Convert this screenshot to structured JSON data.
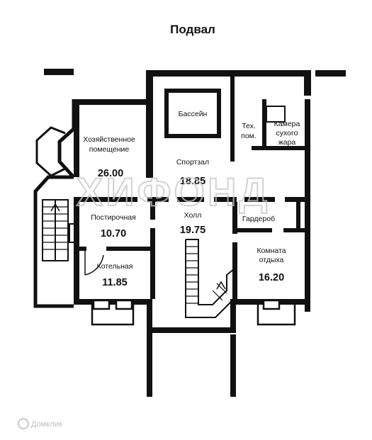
{
  "plan": {
    "title": "Подвал",
    "watermark": "ХИФОНД",
    "source_mark": "Домклик",
    "rooms": [
      {
        "id": "utility",
        "name": [
          "Хозяйственное",
          "помещение"
        ],
        "area": "26.00"
      },
      {
        "id": "pool",
        "name": [
          "Бассейн"
        ],
        "area": ""
      },
      {
        "id": "tech",
        "name": [
          "Тех.",
          "пом."
        ],
        "area": ""
      },
      {
        "id": "sauna",
        "name": [
          "Камера",
          "сухого",
          "жара"
        ],
        "area": ""
      },
      {
        "id": "gym",
        "name": [
          "Спортзал"
        ],
        "area": "18.85"
      },
      {
        "id": "laundry",
        "name": [
          "Постирочная"
        ],
        "area": "10.70"
      },
      {
        "id": "hall",
        "name": [
          "Холл"
        ],
        "area": "19.75"
      },
      {
        "id": "wardrobe",
        "name": [
          "Гардероб"
        ],
        "area": ""
      },
      {
        "id": "boiler",
        "name": [
          "Котельная"
        ],
        "area": "11.85"
      },
      {
        "id": "rest",
        "name": [
          "Комната",
          "отдыха"
        ],
        "area": "16.20"
      }
    ]
  }
}
